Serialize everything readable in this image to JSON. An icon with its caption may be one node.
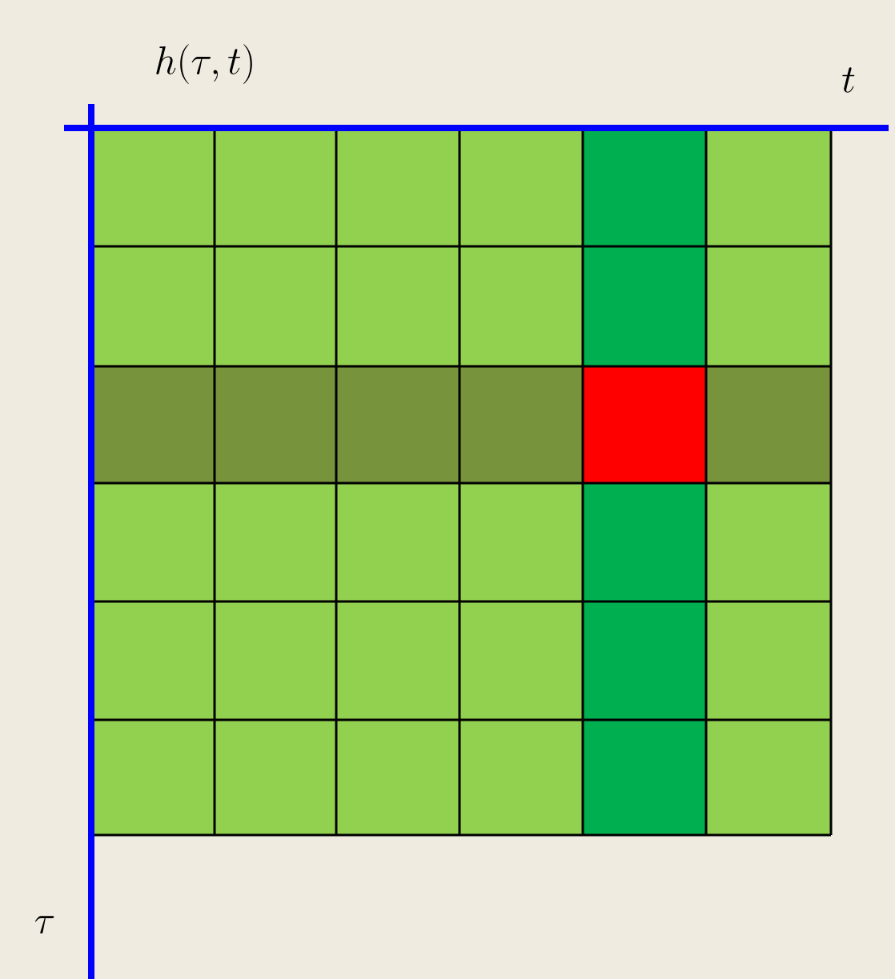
{
  "diagram": {
    "labels": [
      "h(\\tau,t)",
      "t",
      "\\tau"
    ]
  }
}
